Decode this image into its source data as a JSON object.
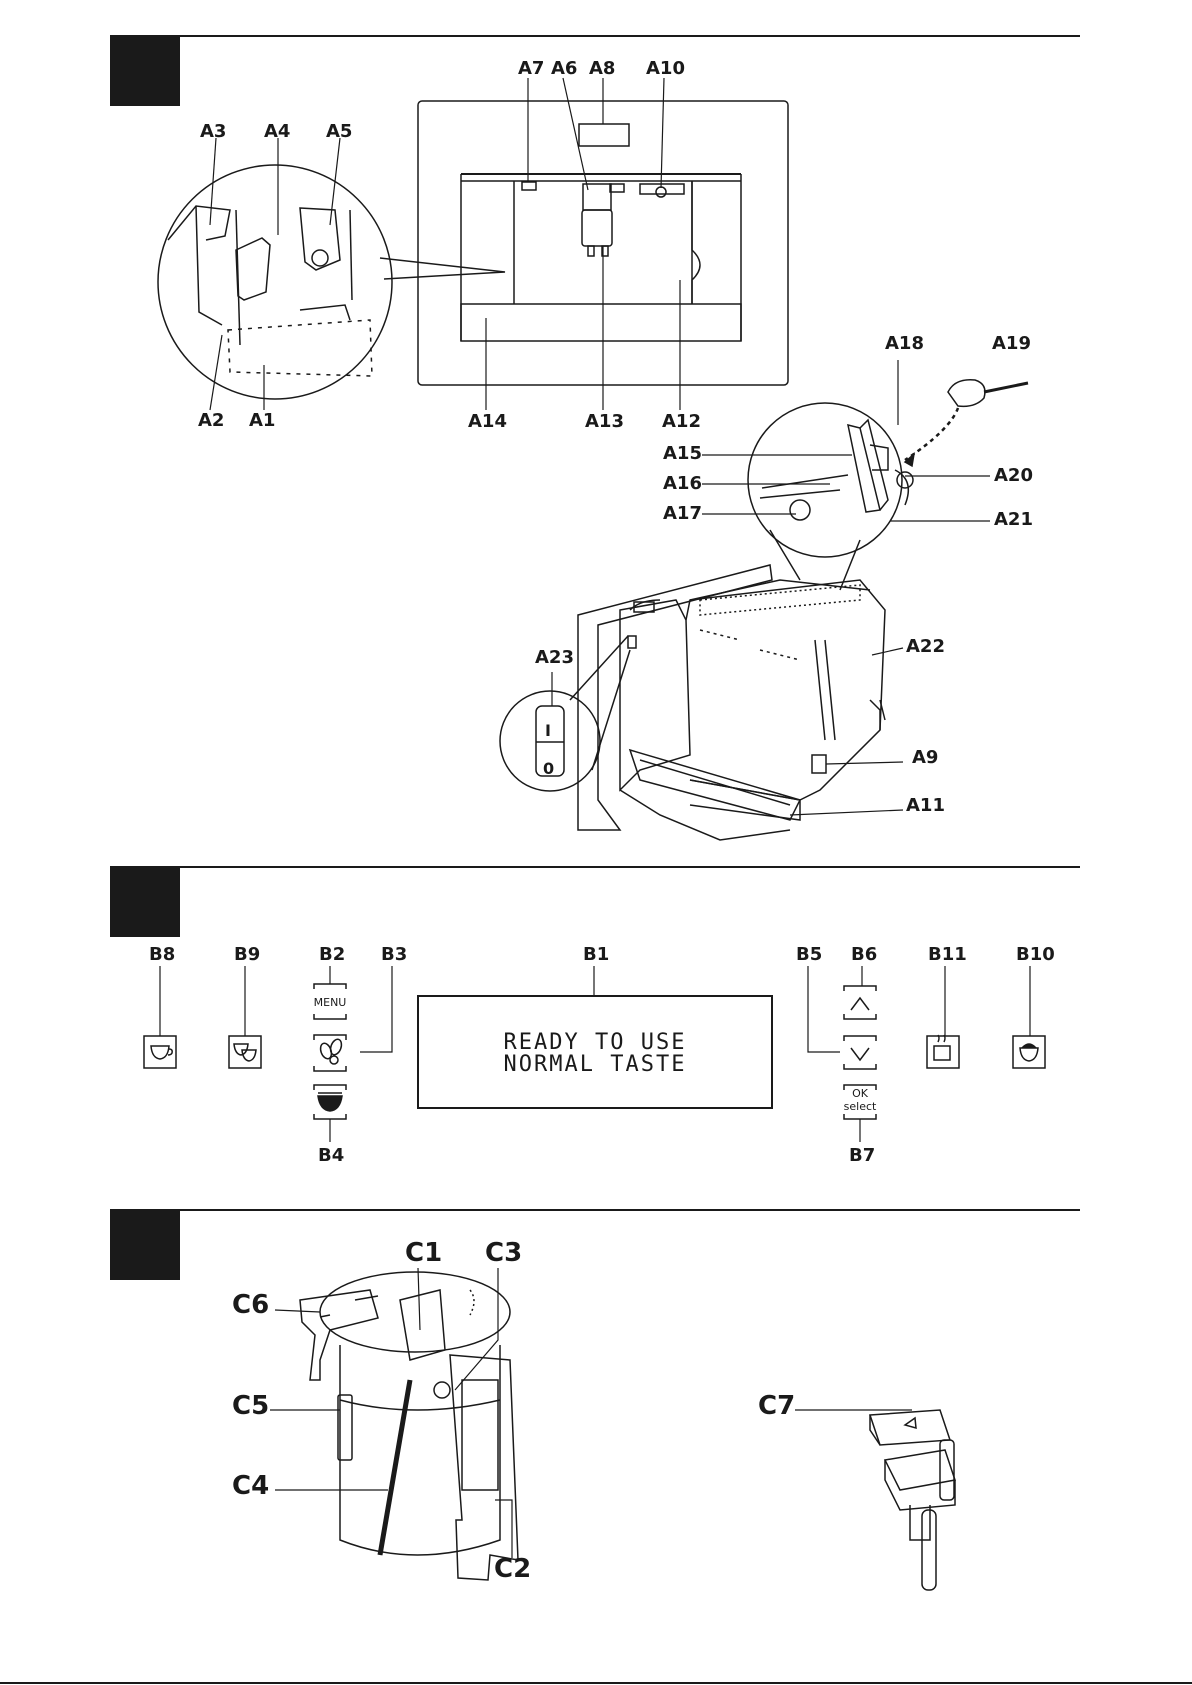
{
  "section_a": {
    "labels": [
      "A1",
      "A2",
      "A3",
      "A4",
      "A5",
      "A6",
      "A7",
      "A8",
      "A9",
      "A10",
      "A11",
      "A12",
      "A13",
      "A14",
      "A15",
      "A16",
      "A17",
      "A18",
      "A19",
      "A20",
      "A21",
      "A22",
      "A23"
    ],
    "switch": {
      "on": "I",
      "off": "0"
    }
  },
  "section_b": {
    "labels": [
      "B1",
      "B2",
      "B3",
      "B4",
      "B5",
      "B6",
      "B7",
      "B8",
      "B9",
      "B10",
      "B11"
    ],
    "display": {
      "line1": "READY TO USE",
      "line2": "NORMAL TASTE"
    },
    "menu_button": "MENU",
    "ok_button": {
      "line1": "OK",
      "line2": "select"
    }
  },
  "section_c": {
    "labels": [
      "C1",
      "C2",
      "C3",
      "C4",
      "C5",
      "C6",
      "C7"
    ]
  },
  "colors": {
    "ink": "#1a1a1a",
    "background": "#ffffff"
  }
}
